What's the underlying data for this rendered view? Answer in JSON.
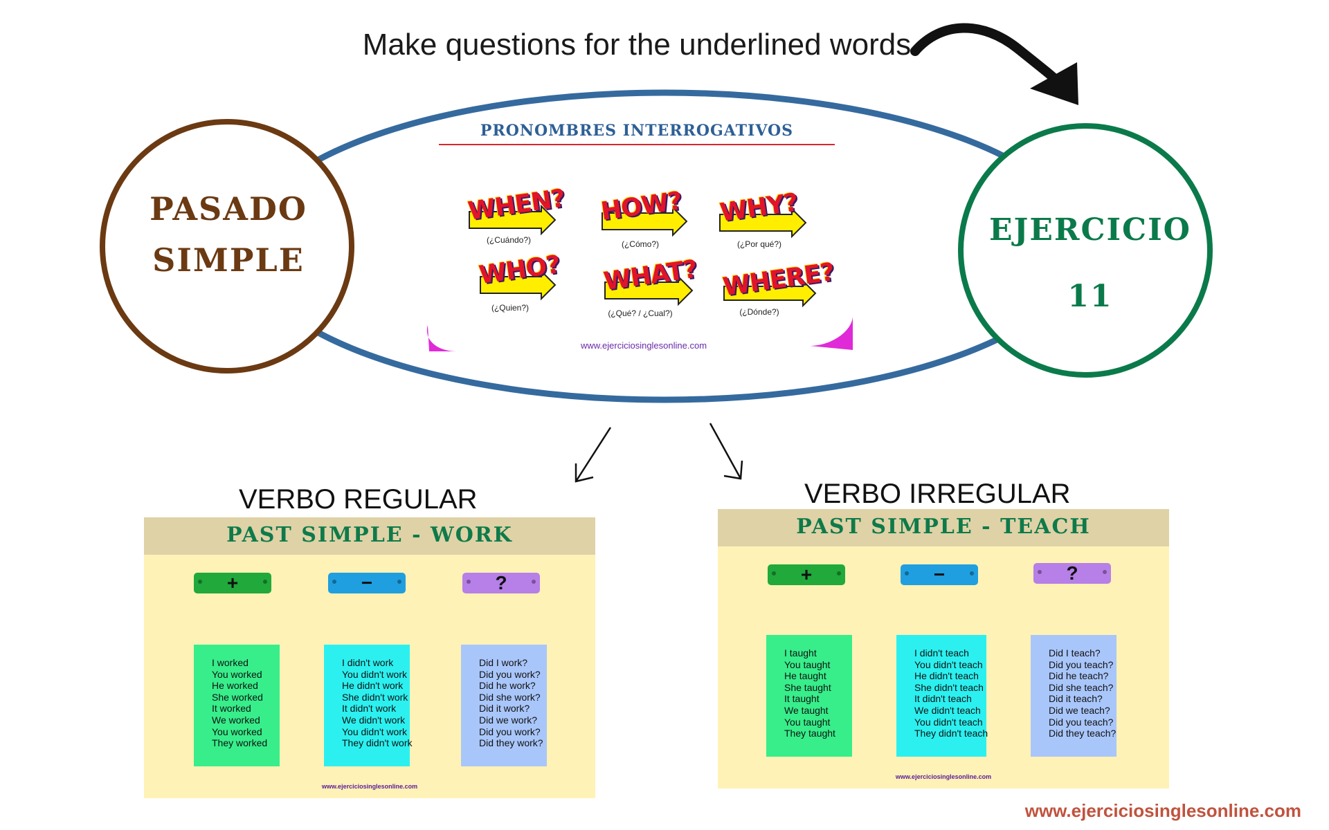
{
  "instruction": "Make questions for the underlined words",
  "left_circle": {
    "line1": "PASADO",
    "line2": "SIMPLE"
  },
  "right_circle": {
    "line1": "EJERCICIO",
    "line2": "11"
  },
  "pronouns": {
    "title": "PRONOMBRES INTERROGATIVOS",
    "items": [
      {
        "word": "WHEN?",
        "translation": "(¿Cuándo?)"
      },
      {
        "word": "HOW?",
        "translation": "(¿Cómo?)"
      },
      {
        "word": "WHY?",
        "translation": "(¿Por qué?)"
      },
      {
        "word": "WHO?",
        "translation": "(¿Quien?)"
      },
      {
        "word": "WHAT?",
        "translation": "(¿Qué? / ¿Cual?)"
      },
      {
        "word": "WHERE?",
        "translation": "(¿Dónde?)"
      }
    ],
    "website": "www.ejerciciosinglesonline.com"
  },
  "regular": {
    "heading": "VERBO REGULAR",
    "title": "PAST SIMPLE - WORK",
    "tags": {
      "plus": "+",
      "minus": "−",
      "question": "?"
    },
    "affirmative": [
      "I worked",
      "You worked",
      "He worked",
      "She worked",
      "It worked",
      "We worked",
      "You worked",
      "They worked"
    ],
    "negative": [
      "I didn't work",
      "You didn't work",
      "He didn't work",
      "She didn't work",
      "It didn't work",
      "We didn't work",
      "You didn't work",
      "They didn't work"
    ],
    "interrogative": [
      "Did I work?",
      "Did you work?",
      "Did he work?",
      "Did she work?",
      "Did it work?",
      "Did we work?",
      "Did you work?",
      "Did they work?"
    ],
    "website": "www.ejerciciosinglesonline.com"
  },
  "irregular": {
    "heading": "VERBO IRREGULAR",
    "title": "PAST SIMPLE - TEACH",
    "tags": {
      "plus": "+",
      "minus": "−",
      "question": "?"
    },
    "affirmative": [
      "I taught",
      "You taught",
      "He taught",
      "She taught",
      "It taught",
      "We taught",
      "You taught",
      "They taught"
    ],
    "negative": [
      "I didn't teach",
      "You didn't teach",
      "He didn't teach",
      "She didn't teach",
      "It didn't teach",
      "We didn't teach",
      "You didn't teach",
      "They didn't teach"
    ],
    "interrogative": [
      "Did I teach?",
      "Did you teach?",
      "Did he teach?",
      "Did she teach?",
      "Did it teach?",
      "Did we teach?",
      "Did you teach?",
      "Did they teach?"
    ],
    "website": "www.ejerciciosinglesonline.com"
  },
  "footer_website": "www.ejerciciosinglesonline.com",
  "colors": {
    "left_circle": "#6b3a12",
    "right_circle": "#0b7a4a",
    "ellipse": "#356a9e",
    "panel_bg": "#fff2b6",
    "footer": "#c0533e"
  },
  "icons": {
    "curved_arrow": "curved-arrow-icon",
    "down_left_arrow": "arrow-down-left-icon",
    "down_right_arrow": "arrow-down-right-icon"
  }
}
